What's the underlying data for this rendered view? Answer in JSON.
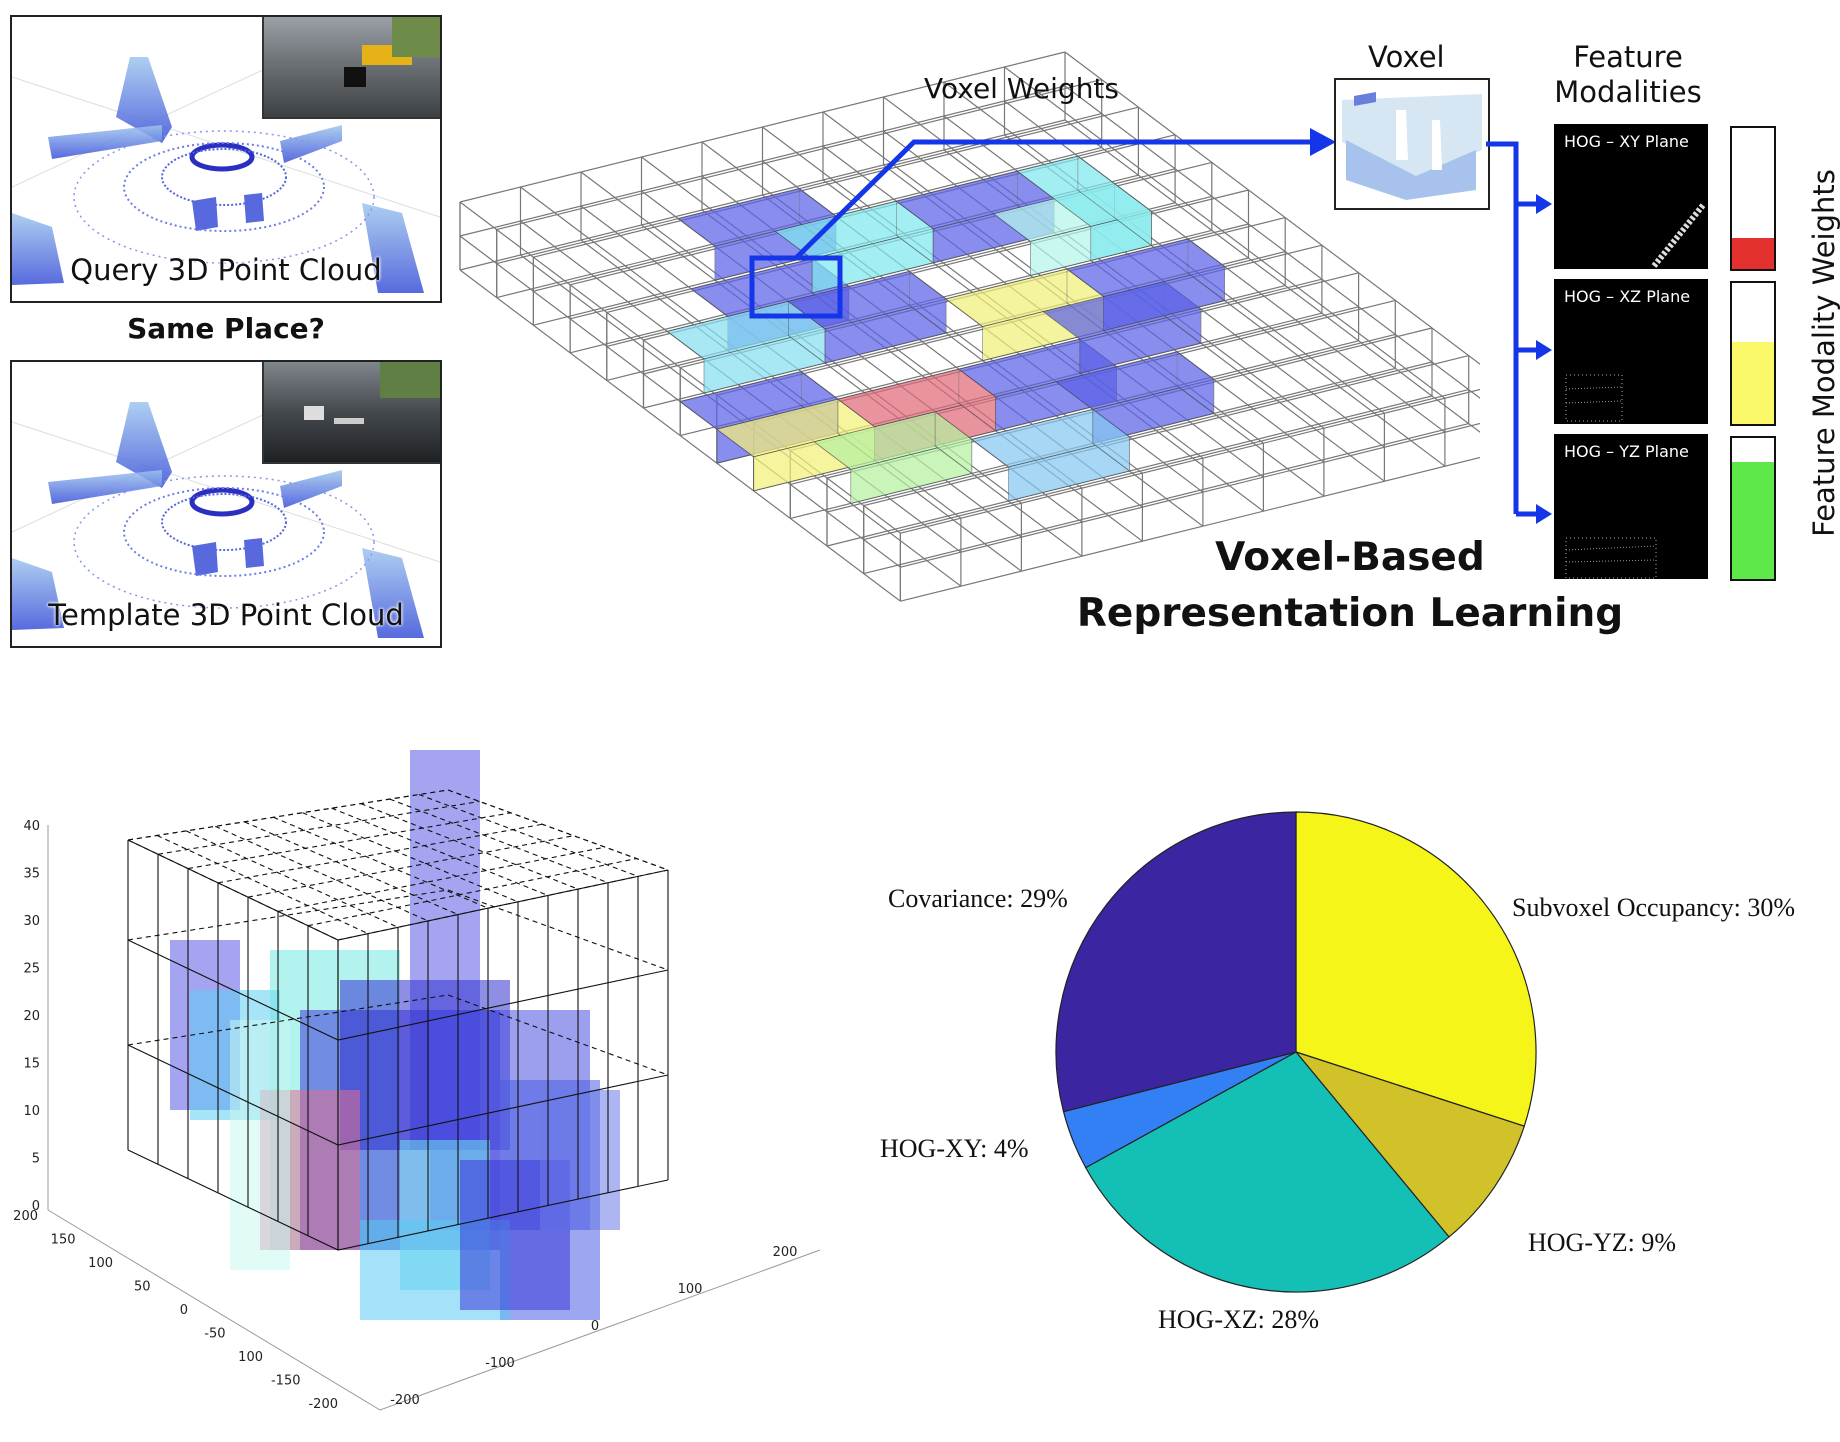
{
  "point_clouds": {
    "query_caption": "Query 3D Point Cloud",
    "same_place": "Same Place?",
    "template_caption": "Template 3D Point Cloud"
  },
  "voxel_diagram": {
    "voxel_weights_label": "Voxel Weights",
    "voxel_label": "Voxel",
    "feature_modalities_label": [
      "Feature",
      "Modalities"
    ],
    "feature_modality_weights_label": "Feature Modality Weights",
    "title_line1": "Voxel-Based",
    "title_line2": "Representation Learning",
    "hog_panels": [
      {
        "title": "HOG – XY Plane",
        "weight": 0.22,
        "color": "#e53030"
      },
      {
        "title": "HOG – XZ Plane",
        "weight": 0.58,
        "color": "#fbf96a"
      },
      {
        "title": "HOG – YZ Plane",
        "weight": 0.83,
        "color": "#5fe84a"
      }
    ]
  },
  "axes_3d": {
    "z_ticks": [
      "40",
      "35",
      "30",
      "25",
      "20",
      "15",
      "10",
      "5",
      "0"
    ],
    "y_ticks": [
      "200",
      "150",
      "100",
      "50",
      "0",
      "-50",
      "100",
      "-150",
      "-200"
    ],
    "x_ticks": [
      "-200",
      "-100",
      "0",
      "100",
      "200"
    ]
  },
  "chart_data": {
    "type": "pie",
    "title": "",
    "slices": [
      {
        "label": "Subvoxel Occupancy: 30%",
        "value": 30,
        "color": "#f5f51a"
      },
      {
        "label": "HOG-YZ: 9%",
        "value": 9,
        "color": "#d2c22a"
      },
      {
        "label": "HOG-XZ: 28%",
        "value": 28,
        "color": "#14bfb5"
      },
      {
        "label": "HOG-XY: 4%",
        "value": 4,
        "color": "#3380f5"
      },
      {
        "label": "Covariance: 29%",
        "value": 29,
        "color": "#3b25a0"
      }
    ]
  }
}
